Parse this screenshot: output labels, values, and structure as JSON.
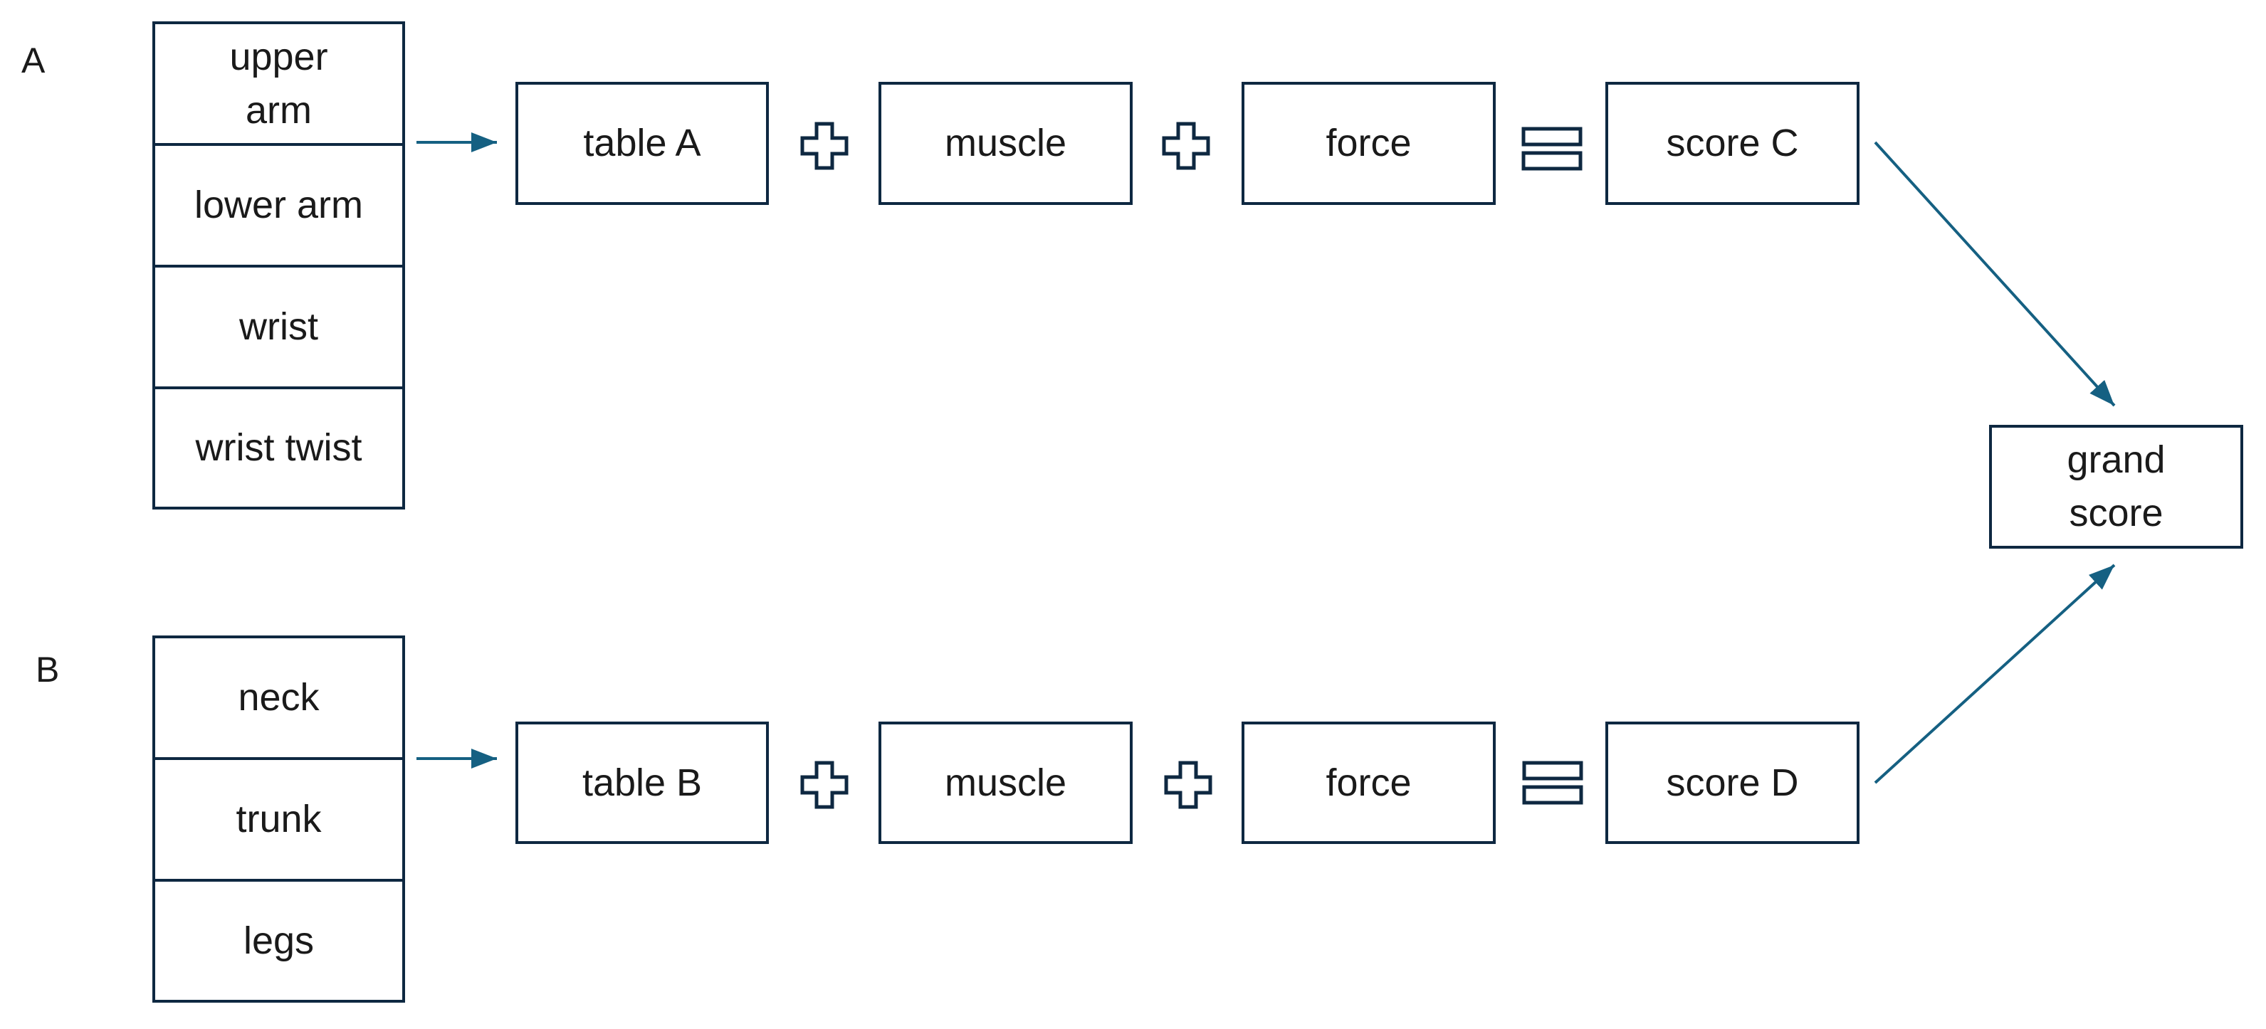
{
  "sections": {
    "a": {
      "label": "A",
      "inputs": [
        "upper arm",
        "lower arm",
        "wrist",
        "wrist twist"
      ],
      "table": "table A",
      "muscle": "muscle",
      "force": "force",
      "score": "score C"
    },
    "b": {
      "label": "B",
      "inputs": [
        "neck",
        "trunk",
        "legs"
      ],
      "table": "table B",
      "muscle": "muscle",
      "force": "force",
      "score": "score D"
    }
  },
  "result": {
    "label": "grand score"
  },
  "colors": {
    "box_border": "#0e2841",
    "arrow": "#156082",
    "text": "#1a1a1a"
  },
  "icons": {
    "plus": "plus-icon",
    "equals": "equals-icon",
    "arrow": "arrow-right-icon"
  }
}
